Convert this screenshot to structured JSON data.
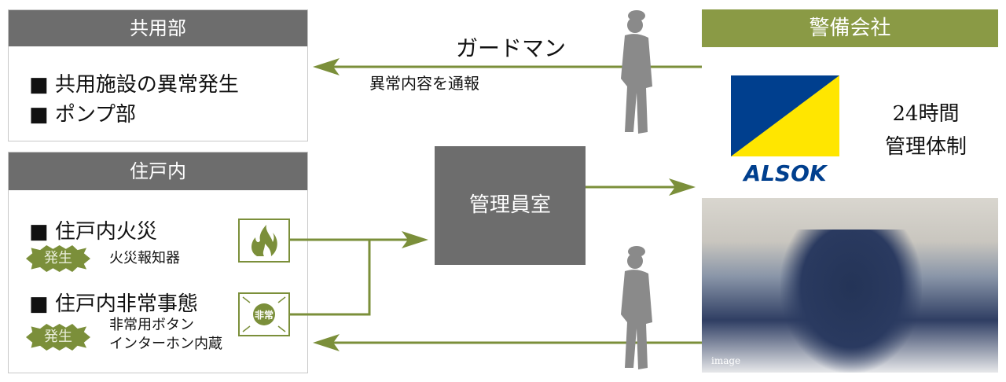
{
  "common": {
    "title": "共用部",
    "items": [
      "■ 共用施設の異常発生",
      "■ ポンプ部"
    ]
  },
  "unit": {
    "title": "住戸内",
    "fire": {
      "label": "■ 住戸内火災",
      "badge": "発生",
      "desc": "火災報知器"
    },
    "emergency": {
      "label": "■ 住戸内非常事態",
      "badge": "発生",
      "desc1": "非常用ボタン",
      "desc2": "インターホン内蔵",
      "icon_text": "非常"
    }
  },
  "manager": {
    "title": "管理員室"
  },
  "security": {
    "title": "警備会社",
    "logo_text": "ALSOK",
    "line1": "24時間",
    "line2": "管理体制",
    "photo_label": "image"
  },
  "arrows": {
    "guard_label": "ガードマン",
    "report_label": "異常内容を通報"
  },
  "colors": {
    "accent": "#7b8f3a",
    "header": "#6d6d6d",
    "alsok_blue": "#003f8e",
    "alsok_yellow": "#ffe600"
  }
}
